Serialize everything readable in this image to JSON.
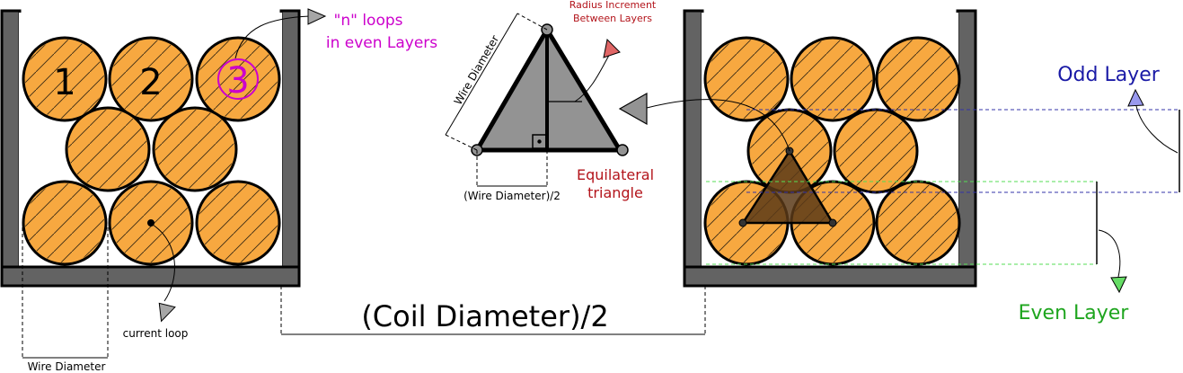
{
  "colors": {
    "wire_fill": "#f7a840",
    "wall": "#636363",
    "triangle_fill": "#939393",
    "triangle_overlay": "#5a3a17",
    "magenta": "#cc00cc",
    "dark_red": "#b3141b",
    "blue": "#1a1aa6",
    "green": "#1ea51e",
    "odd_line": "#3333aa",
    "even_line": "#55dd55"
  },
  "icons": {
    "arrowhead": "triangle-arrow-icon",
    "dot": "center-dot-icon",
    "right_angle": "right-angle-icon"
  },
  "left_coil": {
    "numbers": [
      "1",
      "2",
      "3"
    ],
    "loops_note": "\"n\" loops\nin even Layers",
    "current_loop": "current loop",
    "wire_diameter": "Wire Diameter"
  },
  "center": {
    "coil_radius": "(Coil Diameter)/2",
    "triangle": {
      "wire_diameter": "Wire Diameter",
      "half_diameter": "(Wire Diameter)/2",
      "radius_increment": "Radius Increment\nBetween Layers",
      "equilateral": "Equilateral\ntriangle"
    }
  },
  "right_coil": {
    "odd_layer": "Odd Layer",
    "even_layer": "Even Layer"
  }
}
